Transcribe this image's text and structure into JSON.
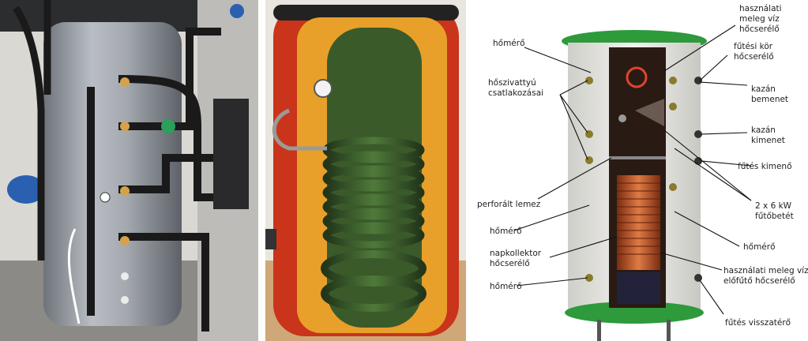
{
  "diagram": {
    "labels": {
      "hasznalati_meleg_viz_hocserelo": [
        "használati",
        "meleg víz",
        "hőcserélő"
      ],
      "futesi_kor_hocserelo": [
        "fűtési kör",
        "hőcserélő"
      ],
      "kazan_bemenet": [
        "kazán",
        "bemenet"
      ],
      "kazan_kimenet": [
        "kazán",
        "kimenet"
      ],
      "futes_kimeno": [
        "fűtés kimenő"
      ],
      "futobetet": [
        "2 x 6 kW",
        "fűtőbetét"
      ],
      "homero_right": [
        "hőmérő"
      ],
      "hasznalati_meleg_viz_elofuto": [
        "használati meleg víz",
        "előfűtő hőcserélő"
      ],
      "futes_visszatero": [
        "fűtés visszatérő"
      ],
      "homero_top": [
        "hőmérő"
      ],
      "hoszivattyu": [
        "hőszivattyú",
        "csatlakozásai"
      ],
      "perforalt_lemez": [
        "perforált lemez"
      ],
      "homero_mid": [
        "hőmérő"
      ],
      "napkollektor": [
        "napkollektor",
        "hőcserélő"
      ],
      "homero_bottom": [
        "hőmérő"
      ]
    }
  },
  "colors": {
    "tank_green": "#2e9a3c",
    "cutaway_red": "#c9341a",
    "insulation_orange": "#e8a02a",
    "coil_green": "#3a5a2a",
    "copper": "#c4552a",
    "pipe_black": "#1a1a1a"
  }
}
